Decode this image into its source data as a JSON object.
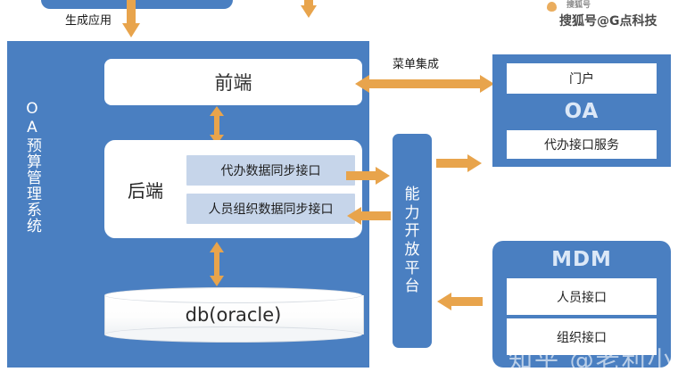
{
  "diagram": {
    "title_vertical": "OA预算管理系统",
    "top_labels": {
      "generate_app": "生成应用"
    },
    "left_system": {
      "frontend": "前端",
      "backend": "后端",
      "interfaces": [
        "代办数据同步接口",
        "人员组织数据同步接口"
      ],
      "database": "db(oracle)"
    },
    "middle": {
      "platform_name": "能力开放平台",
      "platform_chars": [
        "能",
        "力",
        "开",
        "放",
        "平",
        "台"
      ]
    },
    "edge_labels": {
      "menu_integration": "菜单集成"
    },
    "right_systems": [
      {
        "name": "OA",
        "rows": [
          "门户",
          "代办接口服务"
        ]
      },
      {
        "name": "MDM",
        "rows": [
          "人员接口",
          "组织接口"
        ]
      }
    ]
  },
  "watermarks": {
    "sohu": "搜狐号@G点科技",
    "sohu_top_clipped": "搜狐号",
    "zhihu": "知乎 @老利小七狼"
  },
  "colors": {
    "panel_blue": "#4a7fc1",
    "arrow_orange": "#e8a44c",
    "interface_fill": "#c6d5ea",
    "card_white": "#ffffff"
  }
}
